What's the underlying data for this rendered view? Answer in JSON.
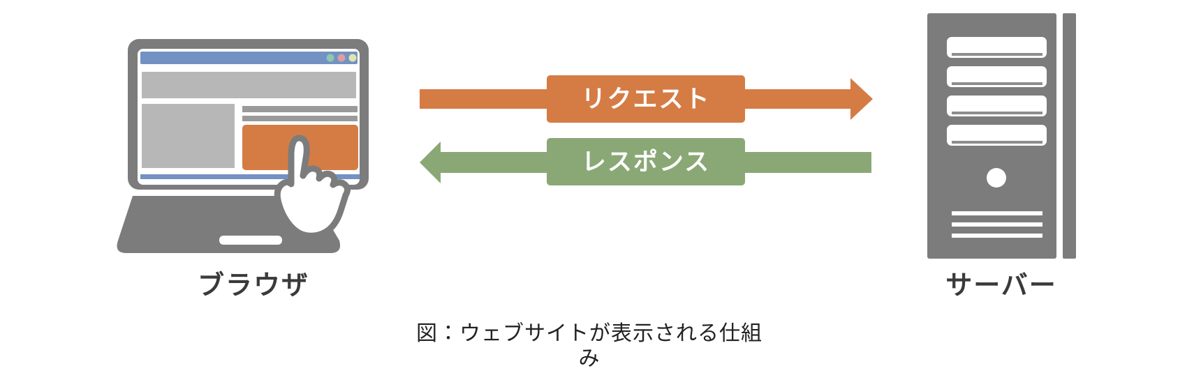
{
  "diagram": {
    "caption": "図：ウェブサイトが表示される仕組み",
    "browser": {
      "label": "ブラウザ",
      "icon": "laptop-with-click-hand"
    },
    "server": {
      "label": "サーバー",
      "icon": "server-tower"
    },
    "arrows": {
      "request": {
        "label": "リクエスト",
        "direction": "right",
        "from": "browser",
        "to": "server",
        "color": "#d57c45"
      },
      "response": {
        "label": "レスポンス",
        "direction": "left",
        "from": "server",
        "to": "browser",
        "color": "#8aa876"
      }
    },
    "colors": {
      "orange": "#d57c45",
      "green": "#8aa876",
      "device_gray": "#7c7c7c",
      "block_gray": "#b7b7b7",
      "bar_gray": "#9a9a9a",
      "titlebar_blue": "#7392c3",
      "dot_teal": "#8fc7b1",
      "dot_pink": "#dc9da3",
      "dot_yellow": "#e0e5ab",
      "slot_line": "#8d8d8d",
      "label_text": "#3a3a3a",
      "caption_text": "#222222",
      "arrow_text": "#ffffff"
    }
  }
}
